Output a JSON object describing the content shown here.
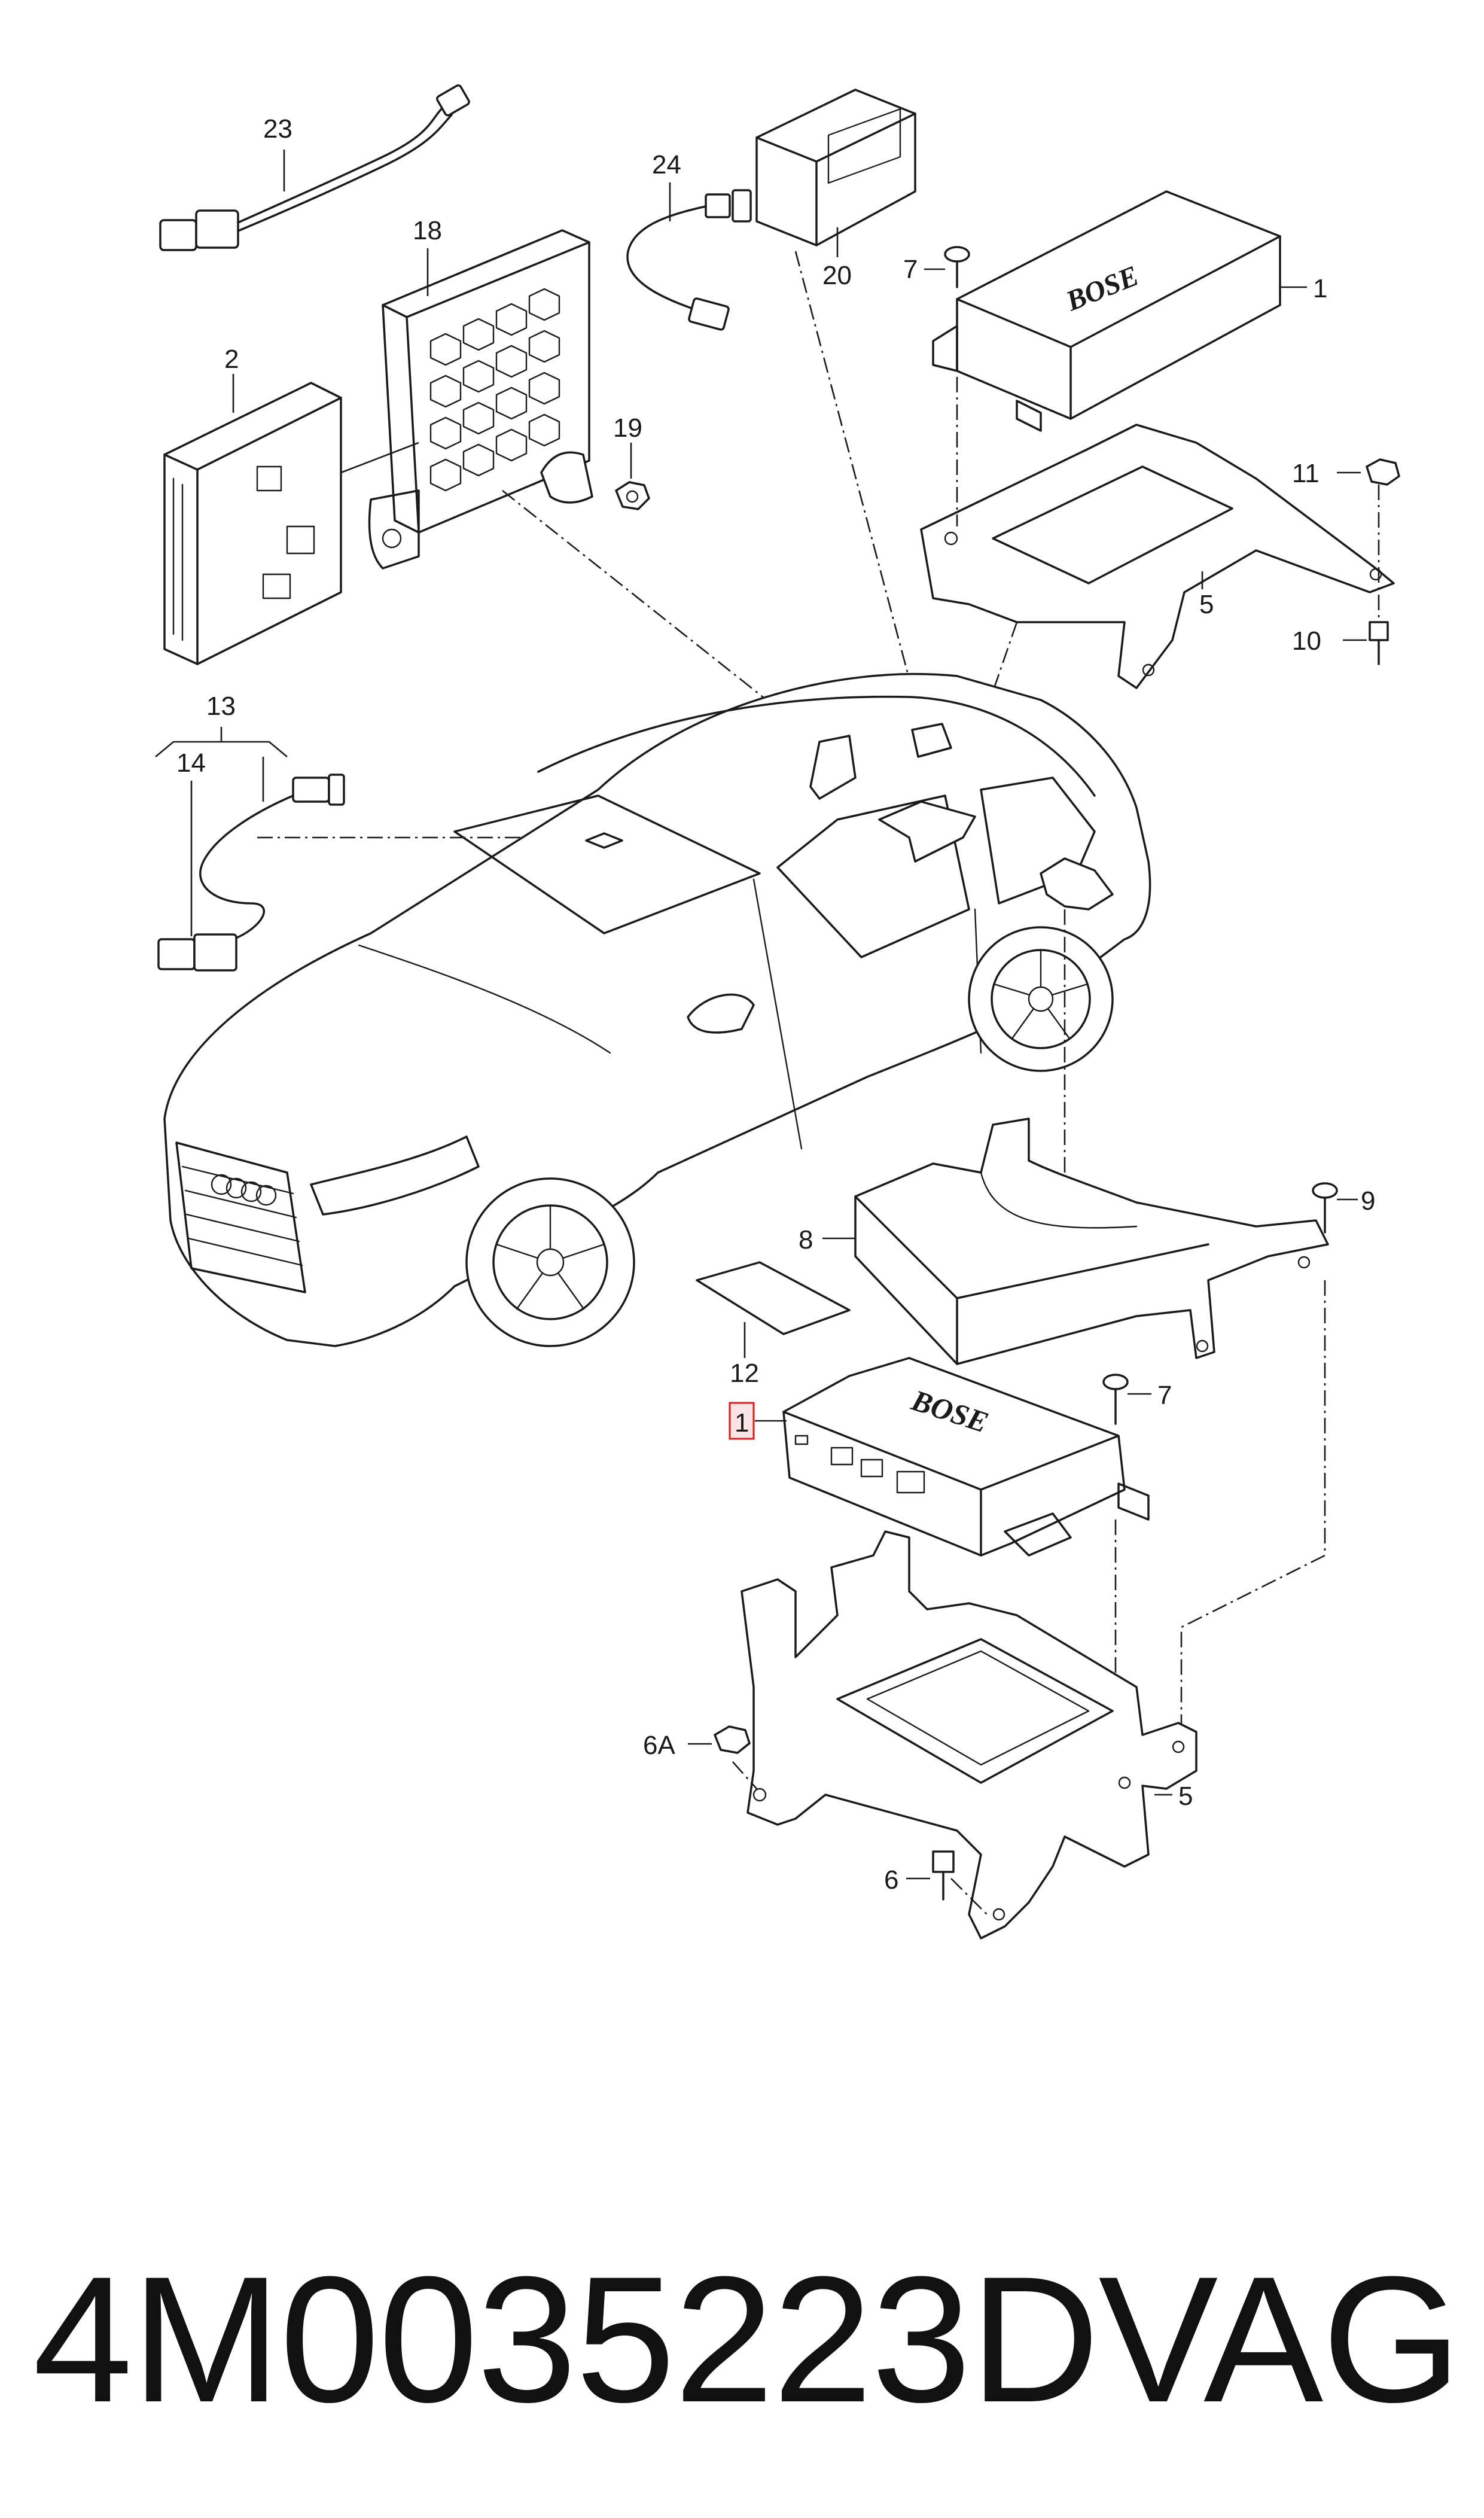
{
  "callouts": {
    "c23": "23",
    "c24": "24",
    "c18": "18",
    "c20": "20",
    "c7a": "7",
    "c1a": "1",
    "c2": "2",
    "c19": "19",
    "c11": "11",
    "c5a": "5",
    "c10": "10",
    "c13": "13",
    "c14": "14",
    "c9": "9",
    "c8": "8",
    "c12": "12",
    "c7b": "7",
    "c1b": "1",
    "c6a": "6A",
    "c5b": "5",
    "c6": "6"
  },
  "brand_logo_text": "BOSE",
  "footer": {
    "part_number": "4M0035223D",
    "manufacturer": "VAG"
  },
  "colors": {
    "line": "#1a1a1a",
    "highlight_fill": "#fde4e4",
    "highlight_stroke": "#d62020"
  }
}
